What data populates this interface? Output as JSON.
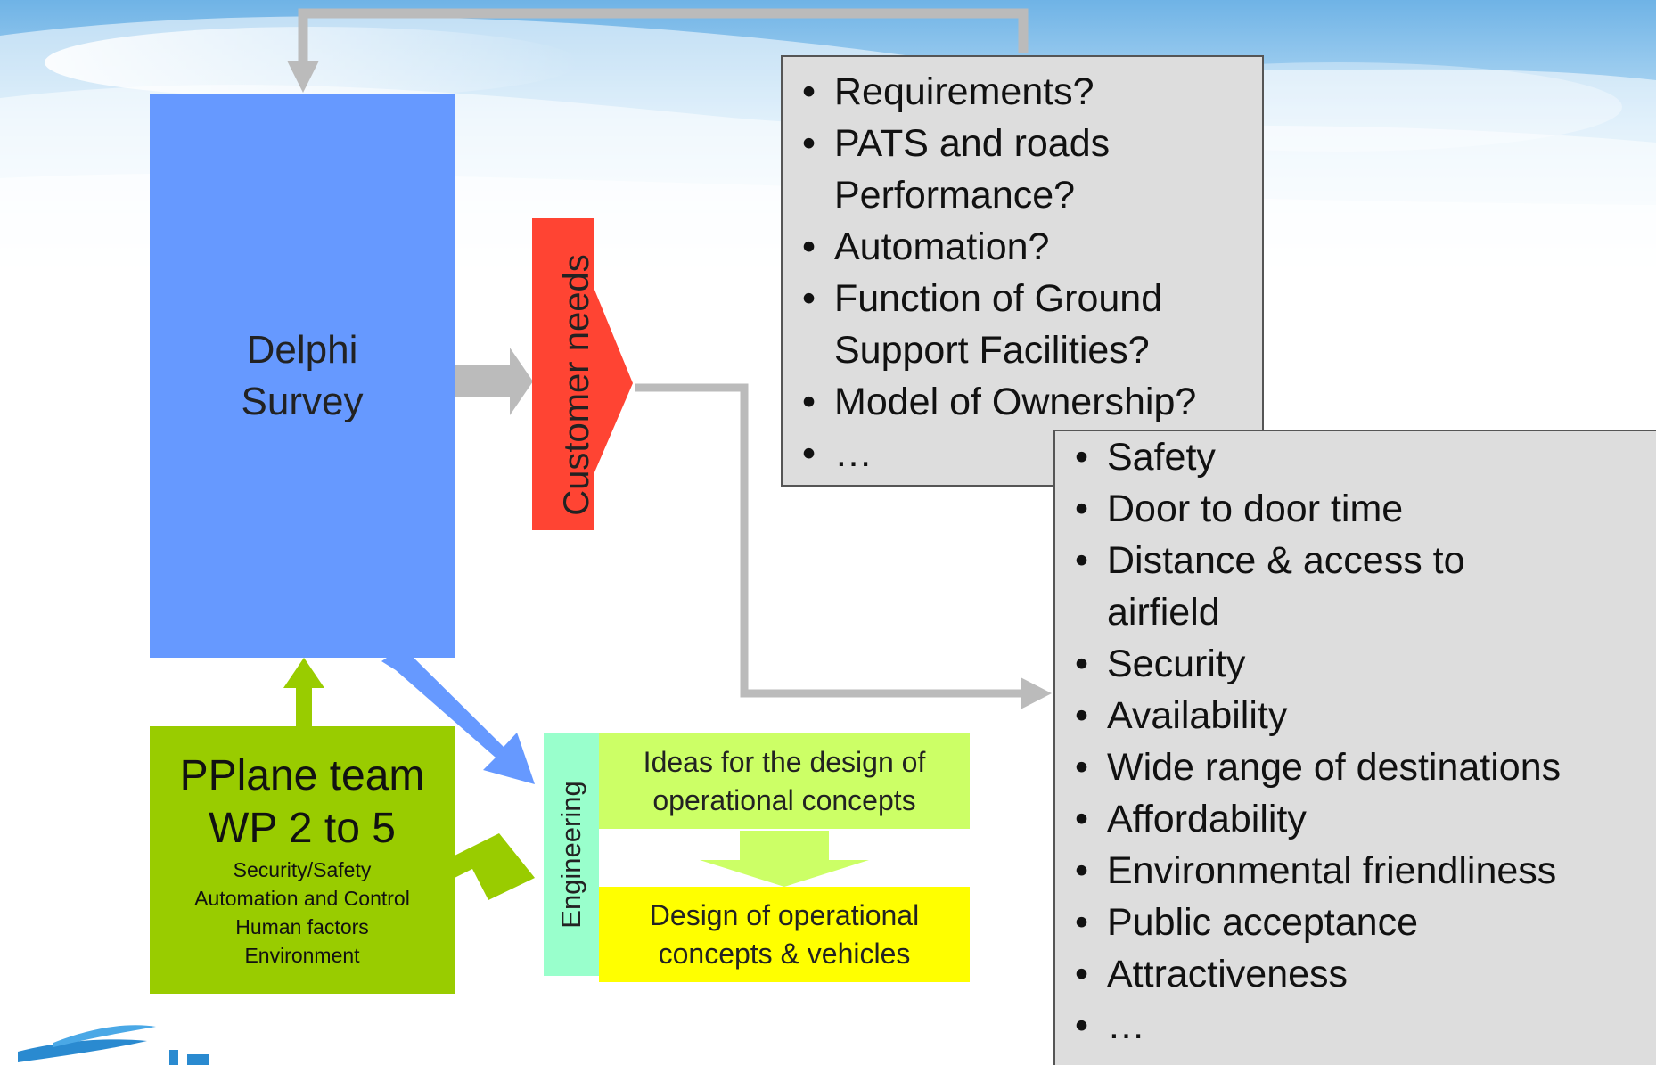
{
  "diagram": {
    "delphi_box": {
      "line1": "Delphi",
      "line2": "Survey",
      "color": "#6699ff"
    },
    "customer_needs": {
      "label": "Customer needs",
      "color": "#ff4433"
    },
    "pplane_box": {
      "title_line1": "PPlane team",
      "title_line2": "WP 2 to 5",
      "items": [
        "Security/Safety",
        "Automation and Control",
        "Human factors",
        "Environment"
      ],
      "color": "#99cc00"
    },
    "engineering": {
      "label": "Engineering",
      "color": "#99ffcc"
    },
    "ideas_box": {
      "line1": "Ideas for the design of",
      "line2": "operational concepts",
      "color": "#ccff66"
    },
    "design_box": {
      "line1": "Design of operational",
      "line2": "concepts & vehicles",
      "color": "#ffff00"
    },
    "requirements_box": {
      "items": [
        "Requirements?",
        "PATS and roads",
        "Performance?",
        "Automation?",
        "Function of Ground",
        "Support Facilities?",
        "Model of Ownership?",
        "…"
      ]
    },
    "needs_box": {
      "items": [
        "Safety",
        "Door to door time",
        "Distance & access to",
        "airfield",
        "Security",
        "Availability",
        "Wide range of destinations",
        "Affordability",
        "Environmental friendliness",
        "Public acceptance",
        "Attractiveness",
        "…"
      ]
    },
    "colors": {
      "connector_gray": "#bbbbbb",
      "green_arrow": "#99cc00",
      "blue_arrow": "#6699ff",
      "box_gray": "#dddddd"
    }
  }
}
